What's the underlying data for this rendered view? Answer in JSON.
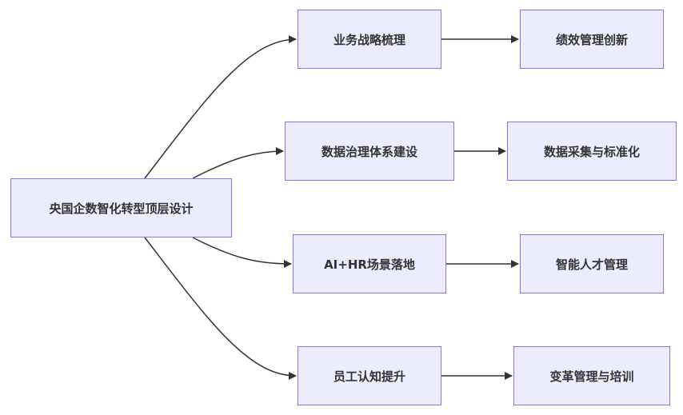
{
  "diagram": {
    "root": {
      "label": "央国企数智化转型顶层设计"
    },
    "branches": [
      {
        "first": "业务战略梳理",
        "second": "绩效管理创新"
      },
      {
        "first": "数据治理体系建设",
        "second": "数据采集与标准化"
      },
      {
        "first": "AI+HR场景落地",
        "second": "智能人才管理"
      },
      {
        "first": "员工认知提升",
        "second": "变革管理与培训"
      }
    ]
  },
  "colors": {
    "node_fill": "#ececff",
    "node_border": "#9370db",
    "edge": "#333333",
    "text": "#333333"
  }
}
